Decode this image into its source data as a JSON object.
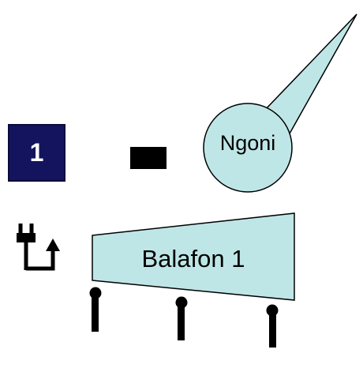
{
  "colors": {
    "shape_fill": "#bfe6e6",
    "outline": "#000000",
    "badge_fill": "#14145e",
    "badge_text": "#ffffff"
  },
  "badge": {
    "text": "1"
  },
  "ngoni": {
    "label": "Ngoni"
  },
  "balafon": {
    "label": "Balafon 1"
  },
  "icons": [
    "power-plug-icon",
    "dash-icon",
    "mallet-icon"
  ]
}
